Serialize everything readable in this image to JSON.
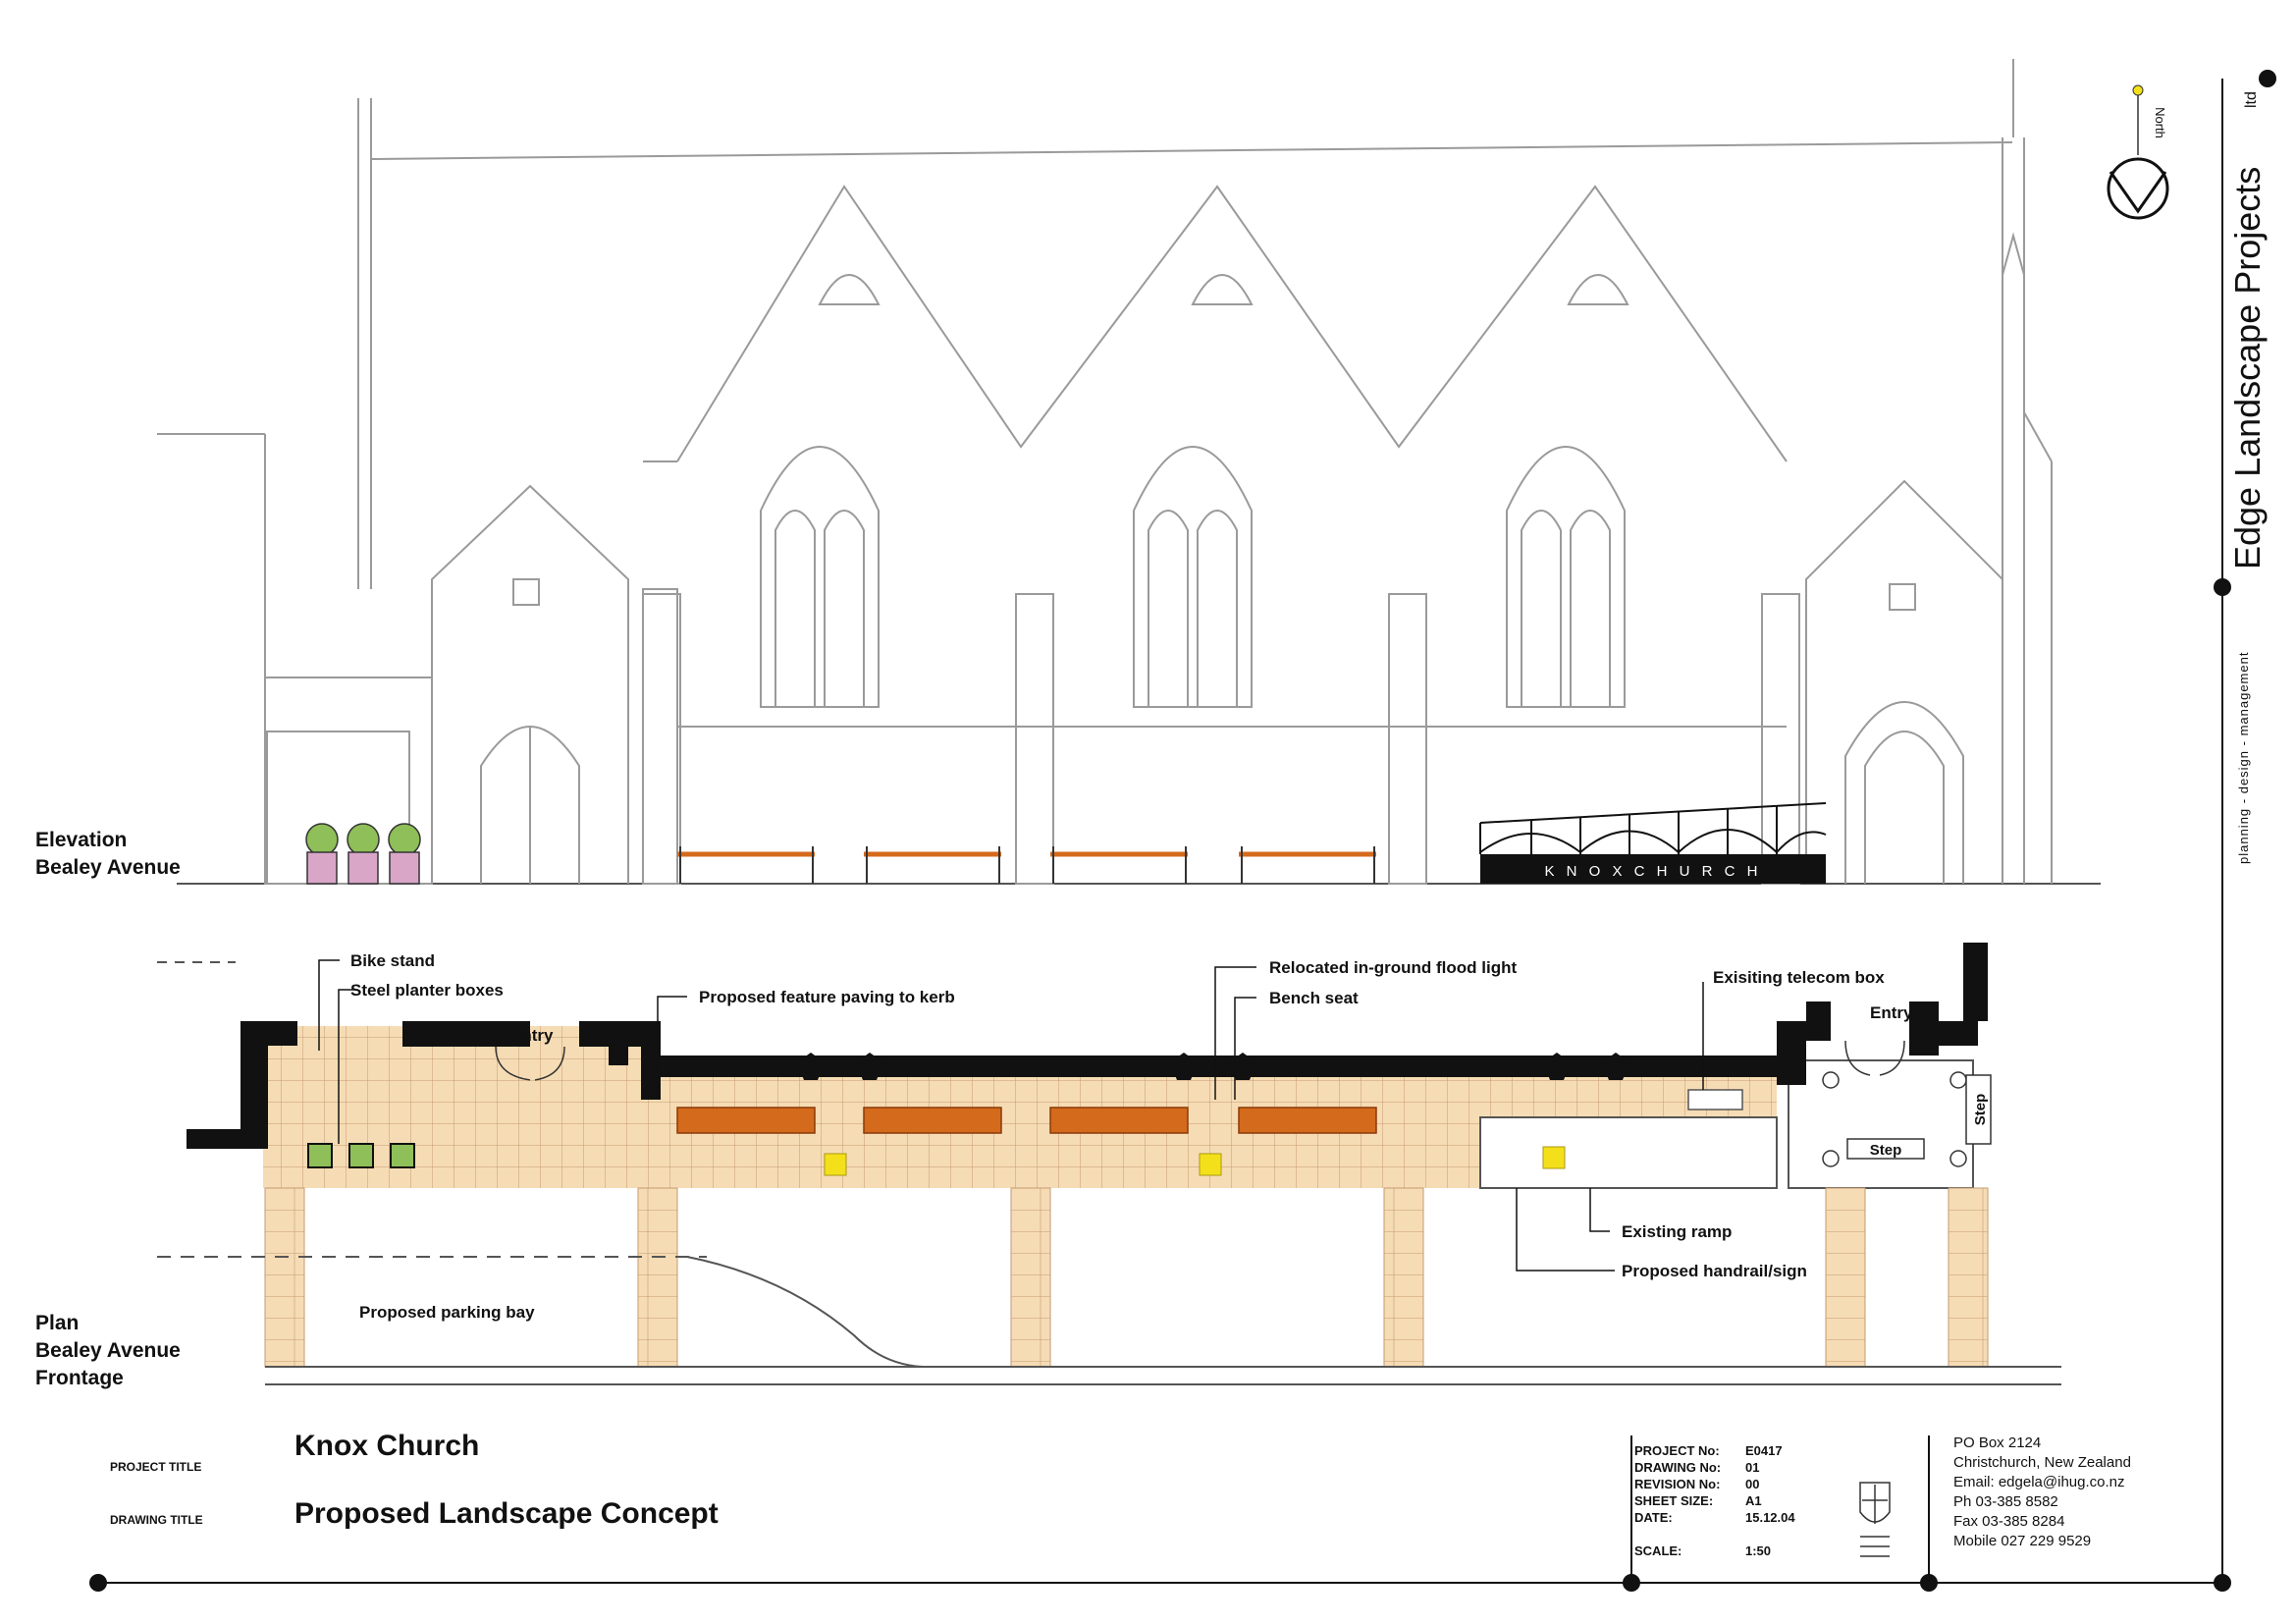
{
  "company": {
    "name": "Edge Landscape Projects",
    "suffix": "ltd",
    "tagline": "planning - design - management"
  },
  "north_label": "North",
  "elevation": {
    "title_line1": "Elevation",
    "title_line2": "Bealey Avenue",
    "sign_text": "K N O X   C H U R C H"
  },
  "plan": {
    "title_line1": "Plan",
    "title_line2": "Bealey Avenue",
    "title_line3": "Frontage",
    "labels": {
      "bike_stand": "Bike stand",
      "steel_planter": "Steel planter boxes",
      "entry_left": "Entry",
      "feature_paving": "Proposed feature paving to kerb",
      "flood_light": "Relocated in-ground flood light",
      "bench_seat": "Bench seat",
      "telecom_box": "Exisiting telecom box",
      "entry_right": "Entry",
      "step_vertical": "Step",
      "step_horizontal": "Step",
      "existing_ramp": "Existing ramp",
      "handrail_sign": "Proposed handrail/sign",
      "parking_bay": "Proposed parking bay"
    }
  },
  "title_block": {
    "project_title_label": "PROJECT TITLE",
    "project_title": "Knox Church",
    "drawing_title_label": "DRAWING TITLE",
    "drawing_title": "Proposed Landscape Concept",
    "fields": [
      {
        "label": "PROJECT No:",
        "value": "E0417"
      },
      {
        "label": "DRAWING No:",
        "value": "01"
      },
      {
        "label": "REVISION No:",
        "value": "00"
      },
      {
        "label": "SHEET SIZE:",
        "value": "A1"
      },
      {
        "label": "DATE:",
        "value": "15.12.04"
      },
      {
        "label": "SCALE:",
        "value": "1:50"
      }
    ],
    "address": [
      "PO Box 2124",
      "Christchurch, New Zealand",
      "Email:  edgela@ihug.co.nz",
      "Ph       03-385 8582",
      "Fax      03-385 8284",
      "Mobile 027 229 9529"
    ]
  },
  "colors": {
    "paving": "#f6dcb4",
    "paving_grid": "#c8a27a",
    "bench": "#d46a1c",
    "light": "#f4e01a",
    "planter_pink": "#d9a6c8",
    "ink": "#111111",
    "line": "#8a8a8a"
  }
}
